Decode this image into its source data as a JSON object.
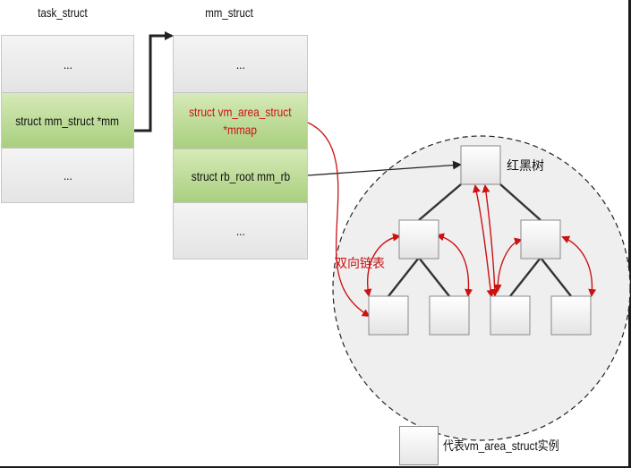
{
  "task_struct": {
    "title": "task_struct",
    "cells": [
      "...",
      "struct mm_struct *mm",
      "..."
    ]
  },
  "mm_struct": {
    "title": "mm_struct",
    "cells": [
      "...",
      "struct vm_area_struct",
      "*mmap",
      "struct rb_root mm_rb",
      "..."
    ]
  },
  "tree": {
    "label": "红黑树"
  },
  "list": {
    "label": "双向链表"
  },
  "legend": {
    "text": "代表vm_area_struct实例"
  },
  "colors": {
    "highlight": "#cc1111",
    "green": "#a9cf7e",
    "grey": "#ececec"
  }
}
